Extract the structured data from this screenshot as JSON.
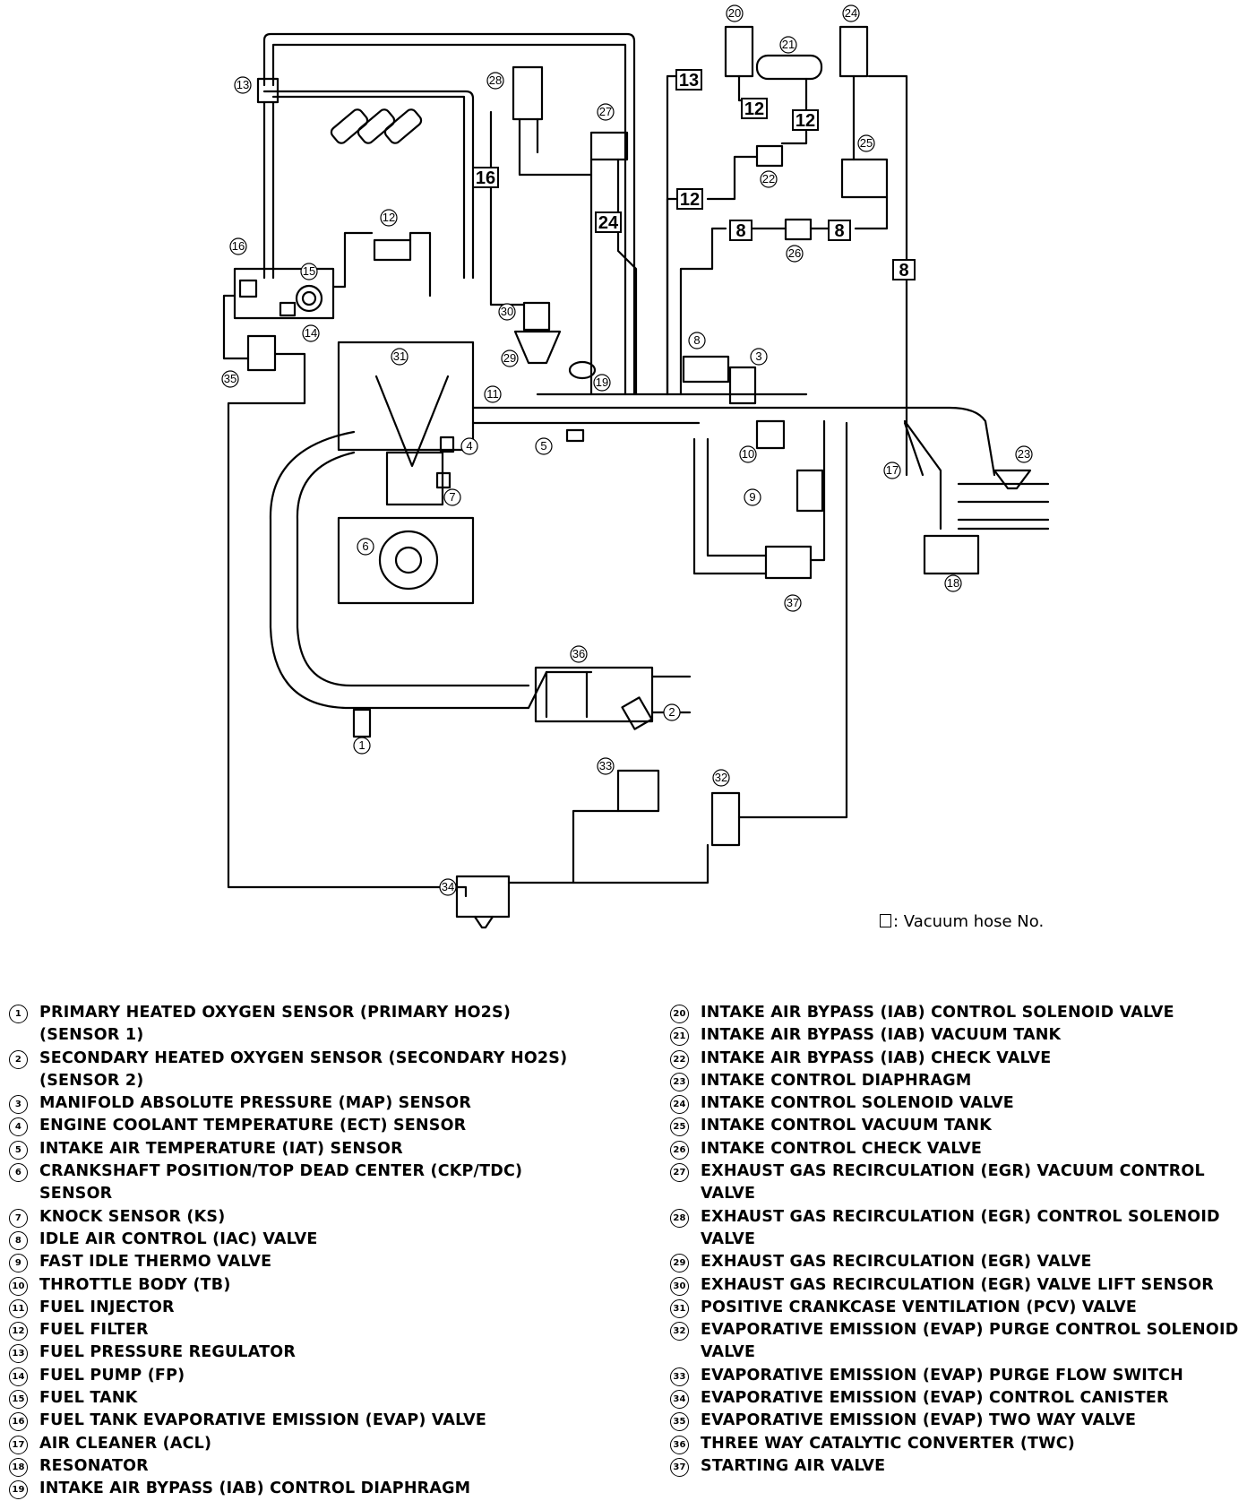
{
  "callouts": [
    "1",
    "2",
    "3",
    "4",
    "5",
    "6",
    "7",
    "8",
    "9",
    "10",
    "11",
    "12",
    "13",
    "14",
    "15",
    "16",
    "17",
    "18",
    "19",
    "20",
    "21",
    "22",
    "23",
    "24",
    "25",
    "26",
    "27",
    "28",
    "29",
    "30",
    "31",
    "32",
    "33",
    "34",
    "35",
    "36",
    "37"
  ],
  "hose_labels": [
    "13",
    "12",
    "12",
    "16",
    "12",
    "24",
    "8",
    "8",
    "8"
  ],
  "caption": {
    "symbol": "□",
    "text": ": Vacuum hose No."
  },
  "legend_left": [
    {
      "num": "1",
      "text": "PRIMARY HEATED OXYGEN SENSOR (PRIMARY HO2S) (SENSOR 1)"
    },
    {
      "num": "2",
      "text": "SECONDARY HEATED OXYGEN SENSOR (SECONDARY HO2S) (SENSOR 2)"
    },
    {
      "num": "3",
      "text": "MANIFOLD ABSOLUTE PRESSURE (MAP) SENSOR"
    },
    {
      "num": "4",
      "text": "ENGINE COOLANT TEMPERATURE (ECT) SENSOR"
    },
    {
      "num": "5",
      "text": "INTAKE AIR TEMPERATURE (IAT) SENSOR"
    },
    {
      "num": "6",
      "text": "CRANKSHAFT POSITION/TOP DEAD CENTER (CKP/TDC) SENSOR"
    },
    {
      "num": "7",
      "text": "KNOCK SENSOR (KS)"
    },
    {
      "num": "8",
      "text": "IDLE AIR CONTROL (IAC) VALVE"
    },
    {
      "num": "9",
      "text": "FAST IDLE THERMO VALVE"
    },
    {
      "num": "10",
      "text": "THROTTLE BODY (TB)"
    },
    {
      "num": "11",
      "text": "FUEL INJECTOR"
    },
    {
      "num": "12",
      "text": "FUEL FILTER"
    },
    {
      "num": "13",
      "text": "FUEL PRESSURE REGULATOR"
    },
    {
      "num": "14",
      "text": "FUEL PUMP (FP)"
    },
    {
      "num": "15",
      "text": "FUEL TANK"
    },
    {
      "num": "16",
      "text": "FUEL TANK EVAPORATIVE EMISSION (EVAP) VALVE"
    },
    {
      "num": "17",
      "text": "AIR CLEANER (ACL)"
    },
    {
      "num": "18",
      "text": "RESONATOR"
    },
    {
      "num": "19",
      "text": "INTAKE AIR BYPASS (IAB) CONTROL DIAPHRAGM"
    }
  ],
  "legend_right": [
    {
      "num": "20",
      "text": "INTAKE AIR BYPASS (IAB) CONTROL SOLENOID VALVE"
    },
    {
      "num": "21",
      "text": "INTAKE AIR BYPASS (IAB) VACUUM TANK"
    },
    {
      "num": "22",
      "text": "INTAKE AIR BYPASS (IAB) CHECK VALVE"
    },
    {
      "num": "23",
      "text": "INTAKE CONTROL DIAPHRAGM"
    },
    {
      "num": "24",
      "text": "INTAKE CONTROL SOLENOID VALVE"
    },
    {
      "num": "25",
      "text": "INTAKE CONTROL VACUUM TANK"
    },
    {
      "num": "26",
      "text": "INTAKE CONTROL CHECK VALVE"
    },
    {
      "num": "27",
      "text": "EXHAUST GAS RECIRCULATION (EGR) VACUUM CONTROL VALVE"
    },
    {
      "num": "28",
      "text": "EXHAUST GAS RECIRCULATION (EGR) CONTROL SOLENOID VALVE"
    },
    {
      "num": "29",
      "text": "EXHAUST GAS RECIRCULATION (EGR) VALVE"
    },
    {
      "num": "30",
      "text": "EXHAUST GAS RECIRCULATION (EGR) VALVE LIFT SENSOR"
    },
    {
      "num": "31",
      "text": "POSITIVE CRANKCASE VENTILATION (PCV) VALVE"
    },
    {
      "num": "32",
      "text": "EVAPORATIVE EMISSION (EVAP) PURGE CONTROL SOLENOID VALVE"
    },
    {
      "num": "33",
      "text": "EVAPORATIVE EMISSION (EVAP) PURGE FLOW SWITCH"
    },
    {
      "num": "34",
      "text": "EVAPORATIVE EMISSION (EVAP) CONTROL CANISTER"
    },
    {
      "num": "35",
      "text": "EVAPORATIVE EMISSION (EVAP) TWO WAY VALVE"
    },
    {
      "num": "36",
      "text": "THREE WAY CATALYTIC CONVERTER (TWC)"
    },
    {
      "num": "37",
      "text": "STARTING AIR VALVE"
    }
  ]
}
